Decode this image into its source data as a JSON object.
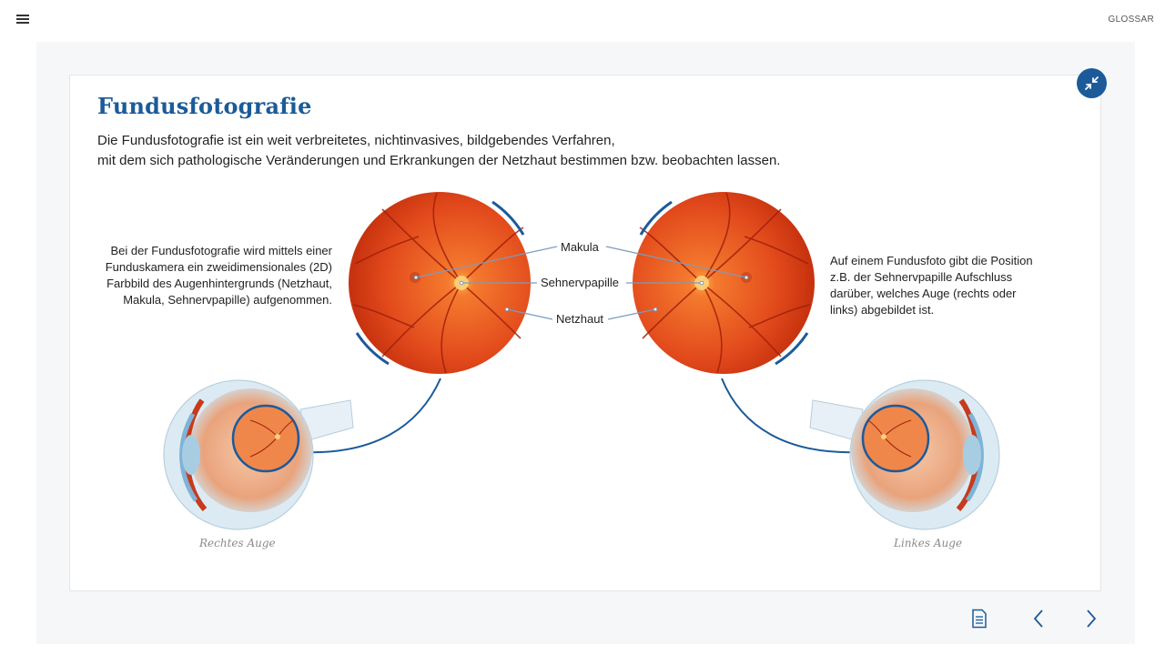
{
  "header": {
    "menu_icon": "hamburger-menu-icon",
    "glossar_label": "GLOSSAR"
  },
  "content": {
    "title": "Fundusfotografie",
    "intro_line1": "Die Fundusfotografie ist ein weit verbreitetes, nichtinvasives, bildgebendes Verfahren,",
    "intro_line2": "mit dem sich pathologische Veränderungen und Erkrankungen der Netzhaut bestimmen bzw. beobachten lassen.",
    "left_text": "Bei der Fundusfotografie wird mittels einer Funduskamera ein zweidimensionales (2D) Farbbild des Augenhintergrunds (Netzhaut, Makula, Sehnervpapille) aufgenommen.",
    "right_text": "Auf einem Fundusfoto gibt die Position z.B. der Sehnervpapille Aufschluss darüber, welches Auge (rechts oder links) abgebildet ist.",
    "labels": {
      "makula": "Makula",
      "sehnervpapille": "Sehnervpapille",
      "netzhaut": "Netzhaut"
    },
    "captions": {
      "right_eye": "Rechtes Auge",
      "left_eye": "Linkes Auge"
    }
  },
  "colors": {
    "accent": "#1c5a9a",
    "title": "#1b5b98",
    "fundus_outer": "#d9401c",
    "fundus_inner": "#f26a2a"
  },
  "icons": {
    "collapse": "collapse-arrows-icon",
    "notes": "document-icon",
    "previous": "chevron-left-icon",
    "next": "chevron-right-icon"
  }
}
